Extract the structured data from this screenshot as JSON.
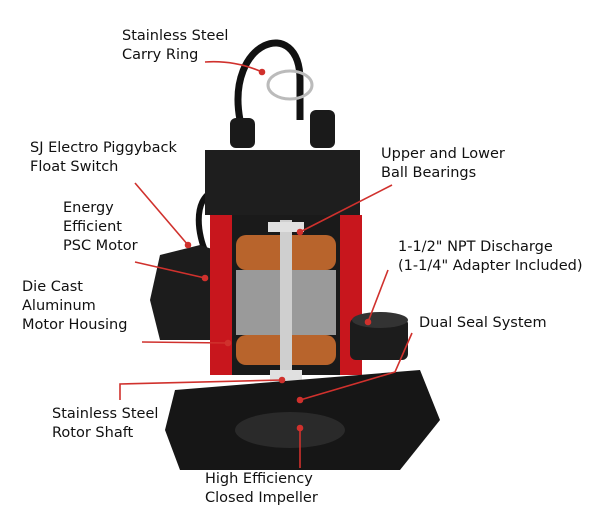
{
  "labels": {
    "carry_ring": [
      "Stainless Steel",
      "Carry Ring"
    ],
    "float_switch": [
      "SJ Electro Piggyback",
      "Float Switch"
    ],
    "psc_motor": [
      "Energy",
      "Efficient",
      "PSC Motor"
    ],
    "motor_housing": [
      "Die Cast",
      "Aluminum",
      "Motor Housing"
    ],
    "rotor_shaft": [
      "Stainless Steel",
      "Rotor Shaft"
    ],
    "impeller": [
      "High Efficiency",
      "Closed Impeller"
    ],
    "ball_bearings": [
      "Upper and Lower",
      "Ball Bearings"
    ],
    "discharge": [
      "1-1/2\" NPT Discharge",
      "(1-1/4\" Adapter Included)"
    ],
    "dual_seal": [
      "Dual Seal System"
    ]
  },
  "colors": {
    "leader": "#d0312d",
    "housing": "#c8161d",
    "body": "#151515",
    "stator": "#9a9a9a",
    "copper": "#b8642c"
  }
}
